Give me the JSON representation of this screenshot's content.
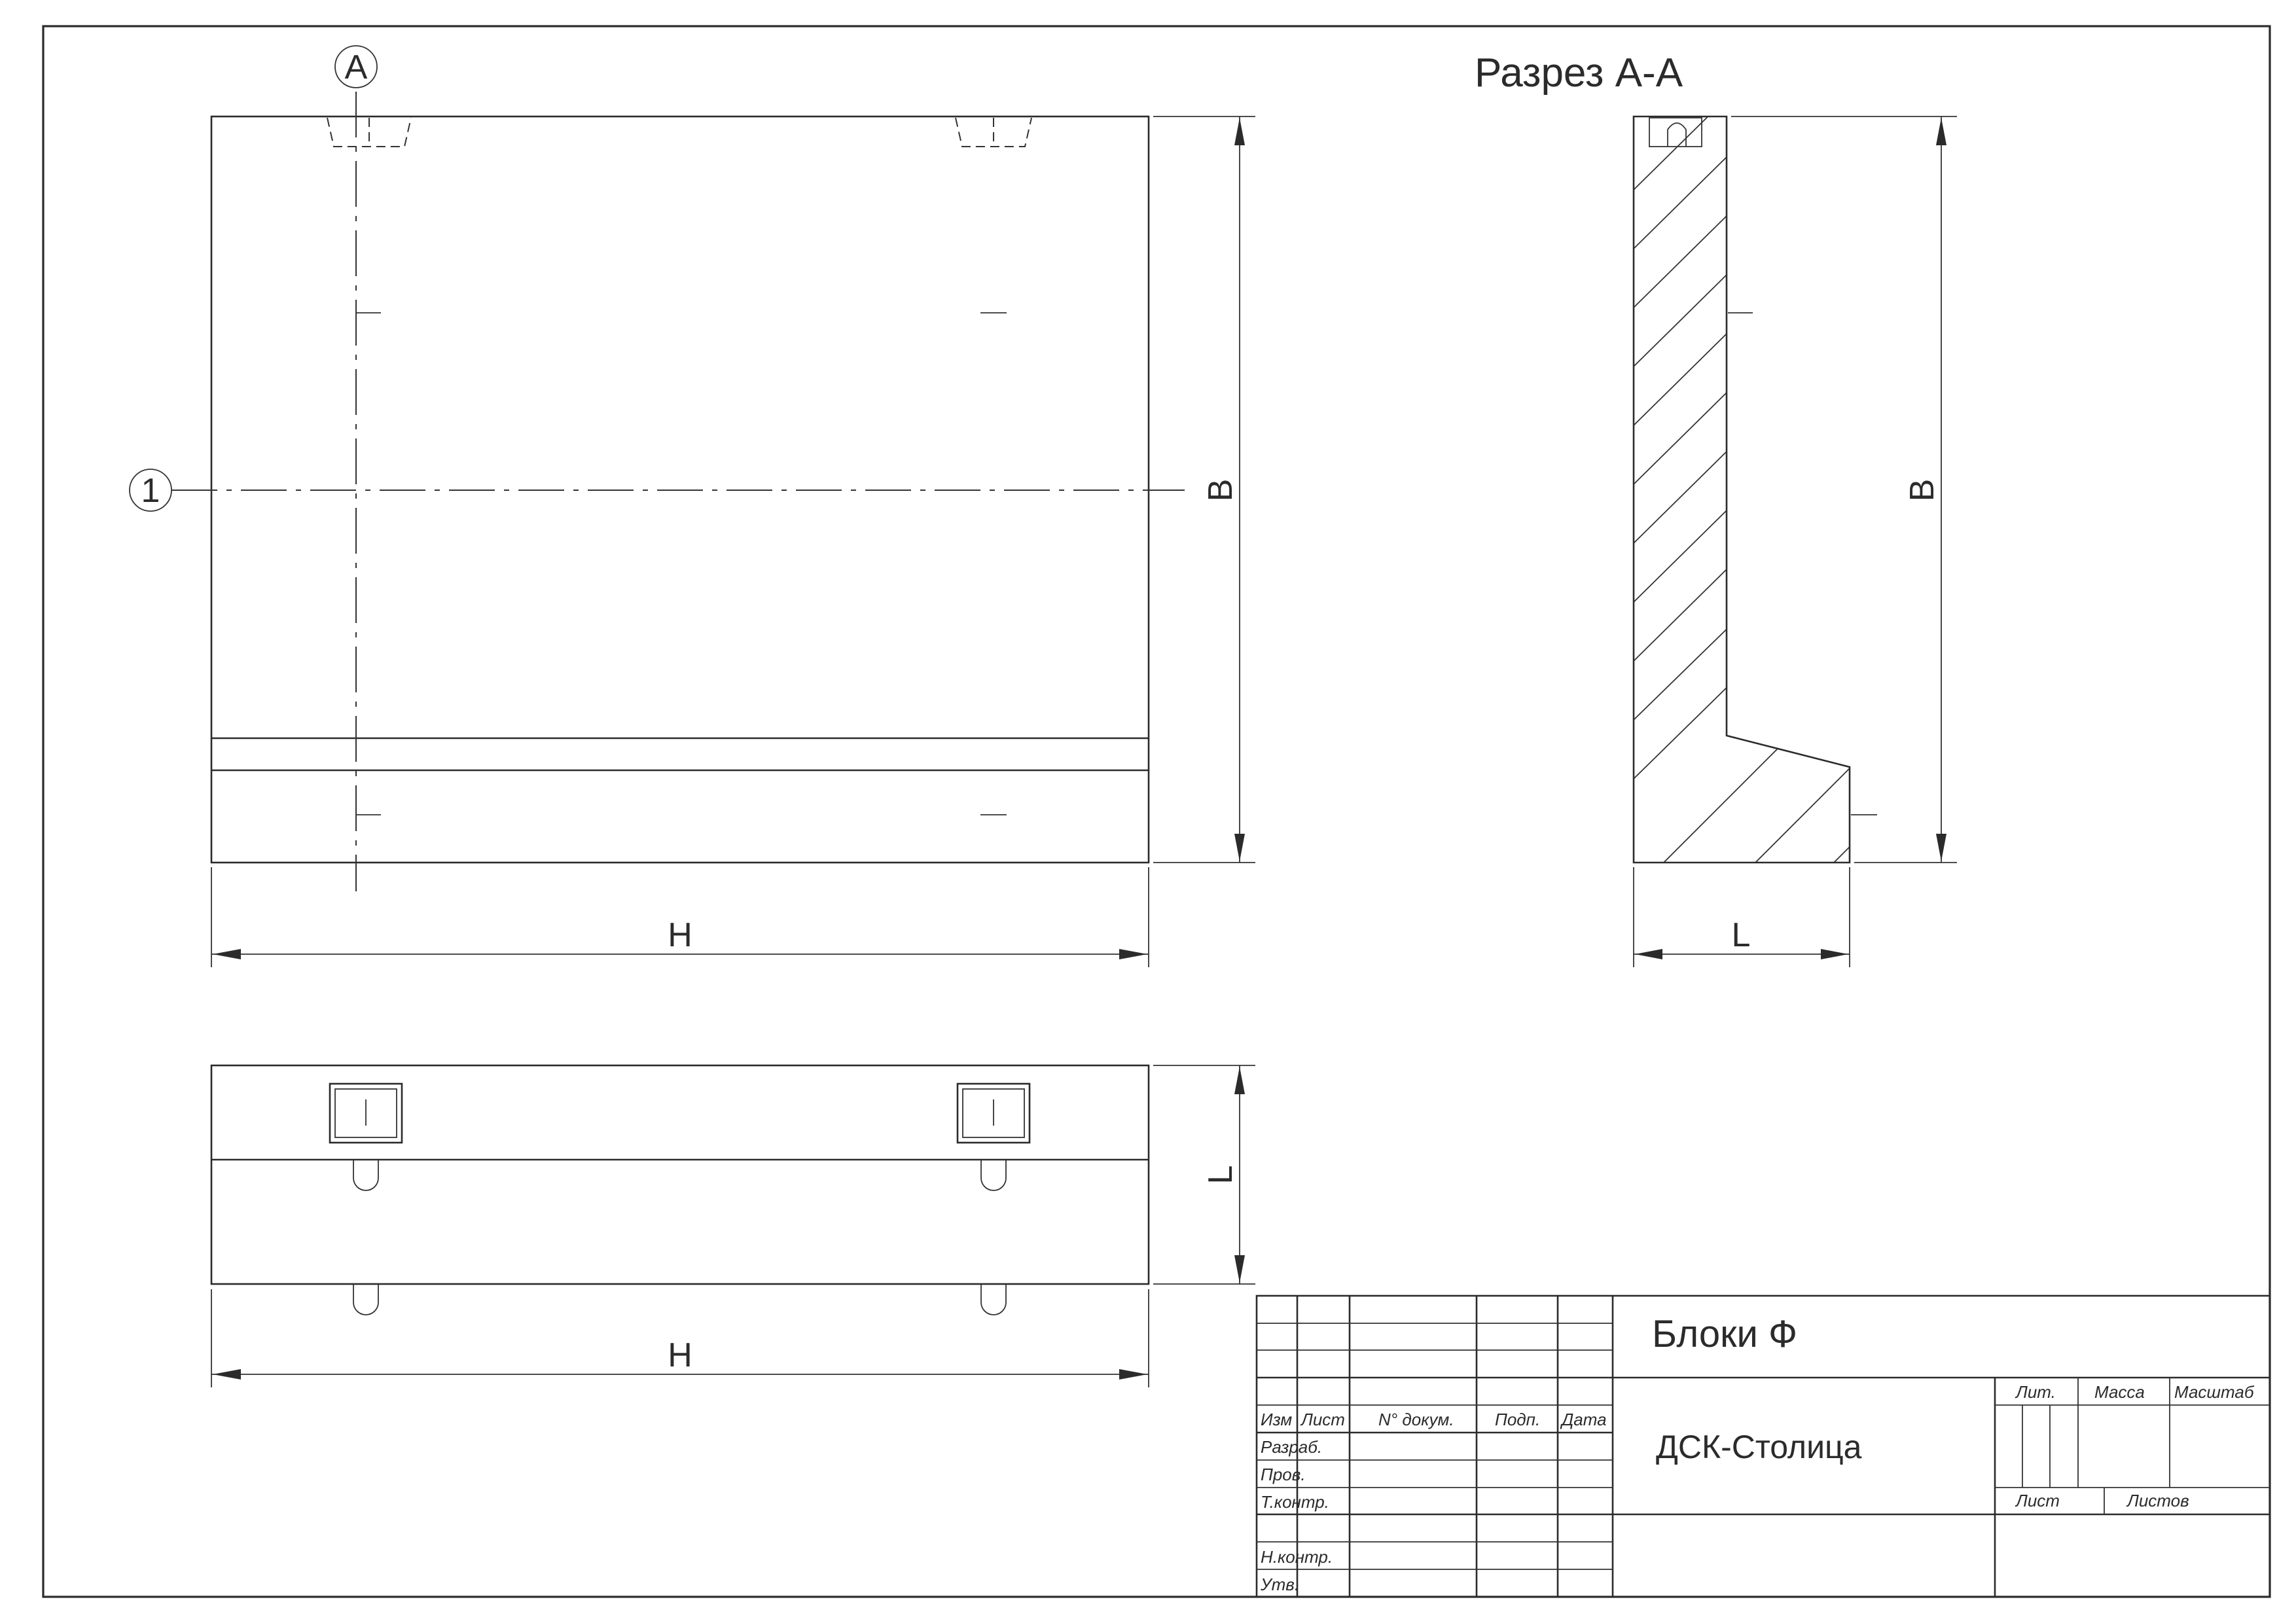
{
  "section_title": "Разрез А-А",
  "markers": {
    "section": "A",
    "axis": "1"
  },
  "dimensions": {
    "front_height": "B",
    "front_width": "H",
    "section_height": "B",
    "section_width": "L",
    "plan_depth": "L",
    "plan_width": "H"
  },
  "title_block": {
    "product_name": "Блоки Ф",
    "organization": "ДСК-Столица",
    "headers": {
      "izm": "Изм",
      "list": "Лист",
      "doc_no": "N° докум.",
      "sign": "Подп.",
      "date": "Дата"
    },
    "roles": [
      "Разраб.",
      "Пров.",
      "Т.контр.",
      "",
      "Н.контр.",
      "Утв."
    ],
    "stamp": {
      "lit": "Лит.",
      "mass": "Масса",
      "scale": "Масштаб",
      "sheet": "Лист",
      "sheets": "Листов"
    }
  }
}
